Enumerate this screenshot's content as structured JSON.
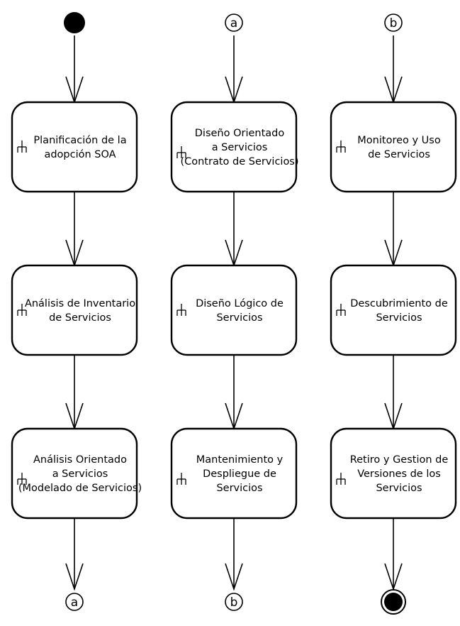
{
  "diagram": {
    "type": "uml-activity",
    "columns": [
      {
        "start": {
          "kind": "initial-node"
        },
        "activities": [
          {
            "lines": [
              "Planificación de la",
              "adopción SOA"
            ]
          },
          {
            "lines": [
              "Análisis de Inventario",
              "de Servicios"
            ]
          },
          {
            "lines": [
              "Análisis Orientado",
              "a Servicios",
              "(Modelado de Servicios)"
            ]
          }
        ],
        "end": {
          "kind": "connector",
          "label": "a"
        }
      },
      {
        "start": {
          "kind": "connector",
          "label": "a"
        },
        "activities": [
          {
            "lines": [
              "Diseño Orientado",
              "a Servicios",
              "(Contrato de Servicios)"
            ]
          },
          {
            "lines": [
              "Diseño Lógico de",
              "Servicios"
            ]
          },
          {
            "lines": [
              "Mantenimiento y",
              "Despliegue de",
              "Servicios"
            ]
          }
        ],
        "end": {
          "kind": "connector",
          "label": "b"
        }
      },
      {
        "start": {
          "kind": "connector",
          "label": "b"
        },
        "activities": [
          {
            "lines": [
              "Monitoreo y Uso",
              "de Servicios"
            ]
          },
          {
            "lines": [
              "Descubrimiento de",
              "Servicios"
            ]
          },
          {
            "lines": [
              "Retiro y Gestion de",
              "Versiones de los",
              "Servicios"
            ]
          }
        ],
        "end": {
          "kind": "final-node"
        }
      }
    ]
  }
}
